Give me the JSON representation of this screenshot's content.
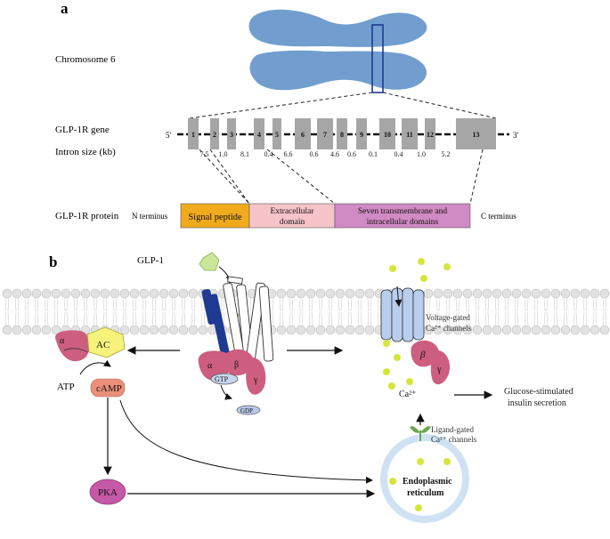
{
  "panel_a": {
    "label": "a",
    "chromosome_label": "Chromosome 6",
    "gene_label": "GLP-1R gene",
    "intron_label": "Intron size (kb)",
    "five_prime": "5'",
    "three_prime": "3'",
    "exons": [
      "1",
      "2",
      "3",
      "4",
      "5",
      "6",
      "7",
      "8",
      "9",
      "10",
      "11",
      "12",
      "13"
    ],
    "intron_sizes": [
      "7.5",
      "1.0",
      "8.1",
      "0.4",
      "6.6",
      "0.6",
      "4.6",
      "0.6",
      "0.1",
      "0.4",
      "1.0",
      "5.2"
    ],
    "protein_label": "GLP-1R protein",
    "n_terminus": "N terminus",
    "c_terminus": "C terminus",
    "domains": [
      {
        "lines": [
          "Signal peptide"
        ],
        "color": "#f0aa1c"
      },
      {
        "lines": [
          "Extracellular",
          "domain"
        ],
        "color": "#f6c3c8"
      },
      {
        "lines": [
          "Seven transmembrane and",
          "intracellular domains"
        ],
        "color": "#d08ac4"
      }
    ]
  },
  "panel_b": {
    "label": "b",
    "glp1": "GLP-1",
    "alpha": "α",
    "beta": "β",
    "gamma": "γ",
    "gtp": "GTP",
    "gdp": "GDP",
    "ac": "AC",
    "atp": "ATP",
    "camp": "cAMP",
    "pka": "PKA",
    "vg_channel_line1": "Voltage-gated",
    "vg_channel_line2": "Ca²⁺ channels",
    "ca": "Ca²⁺",
    "secretion_line1": "Glucose-stimulated",
    "secretion_line2": "insulin secretion",
    "lg_channel_line1": "Ligand-gated",
    "lg_channel_line2": "Ca²⁺ channels",
    "er_line1": "Endoplasmic",
    "er_line2": "reticulum"
  },
  "colors": {
    "chromosome": "#4e86c2",
    "exon": "#a6a6a6",
    "g_protein": "#cd5e7f",
    "ac": "#f7f37a",
    "camp": "#ec8f7a",
    "pka": "#c558a7",
    "calcium": "#d6e63a",
    "channel": "#b9cdee",
    "er": "#cfe2f3",
    "glp1": "#cbe69a",
    "receptor_blue": "#1f3a93"
  }
}
